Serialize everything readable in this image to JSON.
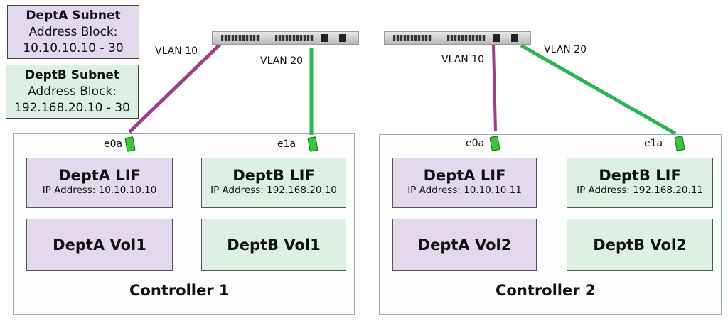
{
  "subnets": [
    {
      "title": "DeptA Subnet",
      "line1": "Address Block:",
      "line2": "10.10.10.10 - 30"
    },
    {
      "title": "DeptB Subnet",
      "line1": "Address Block:",
      "line2": "192.168.20.10 - 30"
    }
  ],
  "vlans": {
    "a": "VLAN 10",
    "b": "VLAN 20"
  },
  "ports": {
    "a": "e0a",
    "b": "e1a"
  },
  "controllers": [
    {
      "title": "Controller 1",
      "lif_a": {
        "name": "DeptA LIF",
        "ip": "IP Address: 10.10.10.10"
      },
      "lif_b": {
        "name": "DeptB LIF",
        "ip": "IP Address: 192.168.20.10"
      },
      "vol_a": "DeptA Vol1",
      "vol_b": "DeptB Vol1"
    },
    {
      "title": "Controller 2",
      "lif_a": {
        "name": "DeptA LIF",
        "ip": "IP Address: 10.10.10.11"
      },
      "lif_b": {
        "name": "DeptB LIF",
        "ip": "IP Address: 192.168.20.11"
      },
      "vol_a": "DeptA Vol2",
      "vol_b": "DeptB Vol2"
    }
  ],
  "colors": {
    "deptA": "#e4d8ef",
    "deptB": "#dcf1e3",
    "vlan10": "#9b3f8c",
    "vlan20": "#2db34f"
  }
}
